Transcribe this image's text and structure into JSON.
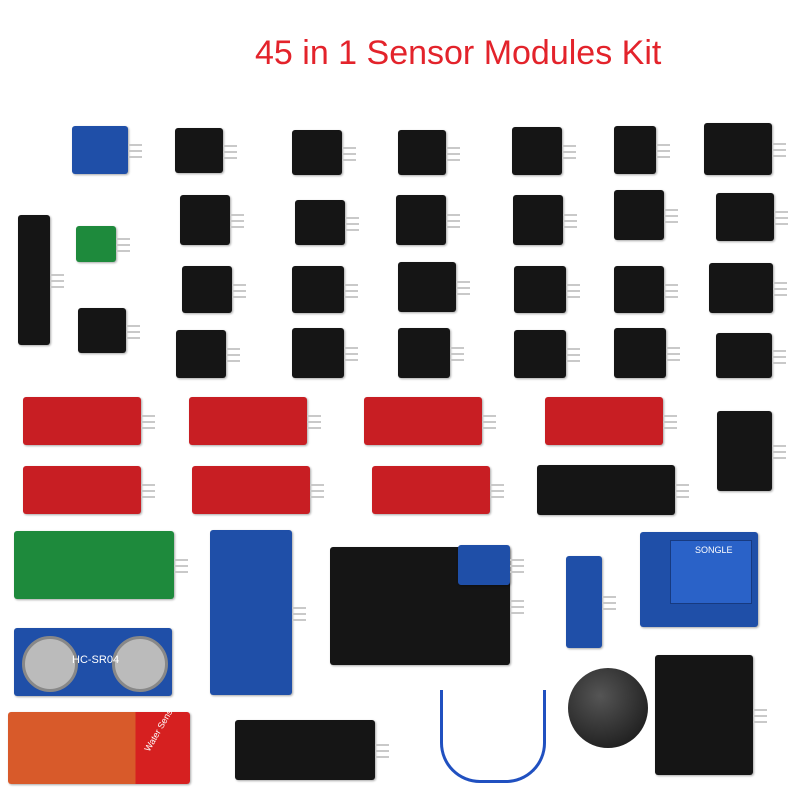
{
  "title": "45 in 1 Sensor Modules Kit",
  "module_labels": {
    "ultrasonic": "HC-SR04",
    "relay": "SONGLE",
    "water": "Water Sensor"
  }
}
